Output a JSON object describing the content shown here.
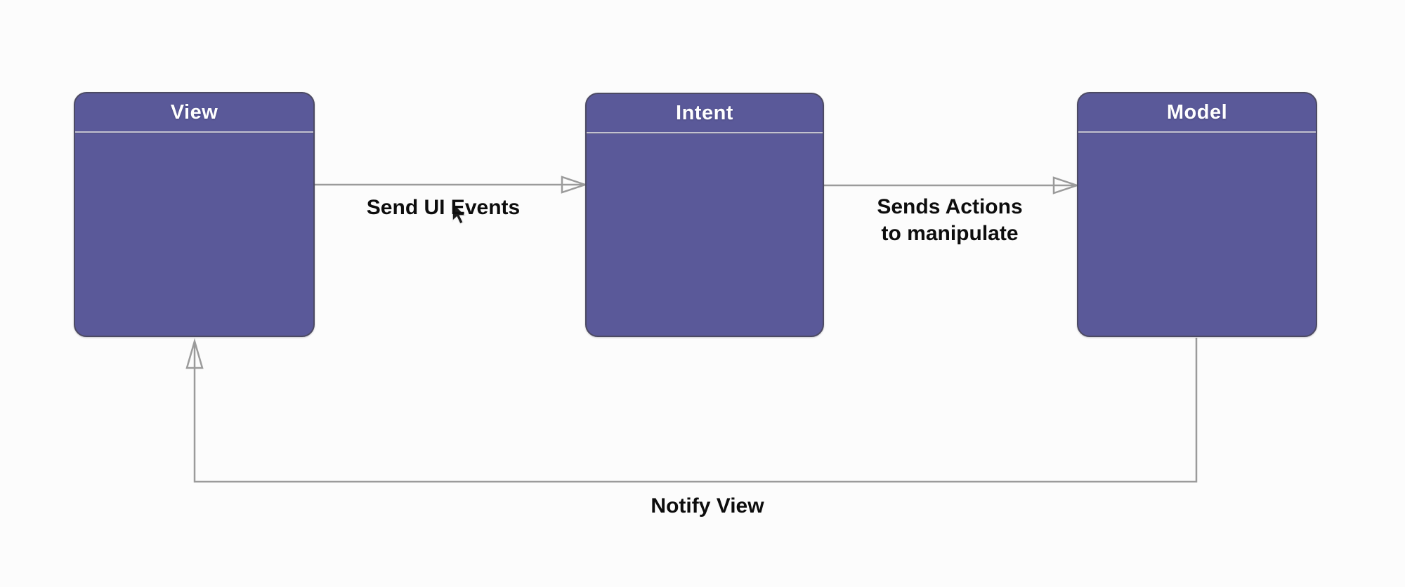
{
  "colors": {
    "canvas-bg": "#fcfcfc",
    "node-fill": "#5a5999",
    "node-border": "#4c4a63",
    "node-title": "#ffffff",
    "header-divider": "#c2c1d0",
    "connector": "#9b9b9b",
    "label-text": "#0d0d0d"
  },
  "diagram": {
    "type": "architecture-flow",
    "pattern": "Model-View-Intent",
    "nodes": [
      {
        "id": "view",
        "label": "View"
      },
      {
        "id": "intent",
        "label": "Intent"
      },
      {
        "id": "model",
        "label": "Model"
      }
    ],
    "edges": [
      {
        "from": "view",
        "to": "intent",
        "label": "Send UI Events",
        "lines": [
          "Send UI Events"
        ],
        "arrowhead": "open-triangle"
      },
      {
        "from": "intent",
        "to": "model",
        "label": "Sends Actions to manipulate",
        "lines": [
          "Sends Actions",
          "to manipulate"
        ],
        "arrowhead": "open-triangle"
      },
      {
        "from": "model",
        "to": "view",
        "label": "Notify View",
        "lines": [
          "Notify View"
        ],
        "arrowhead": "open-triangle"
      }
    ],
    "cursor": {
      "visible": true,
      "near_label": "Send UI Events"
    }
  }
}
